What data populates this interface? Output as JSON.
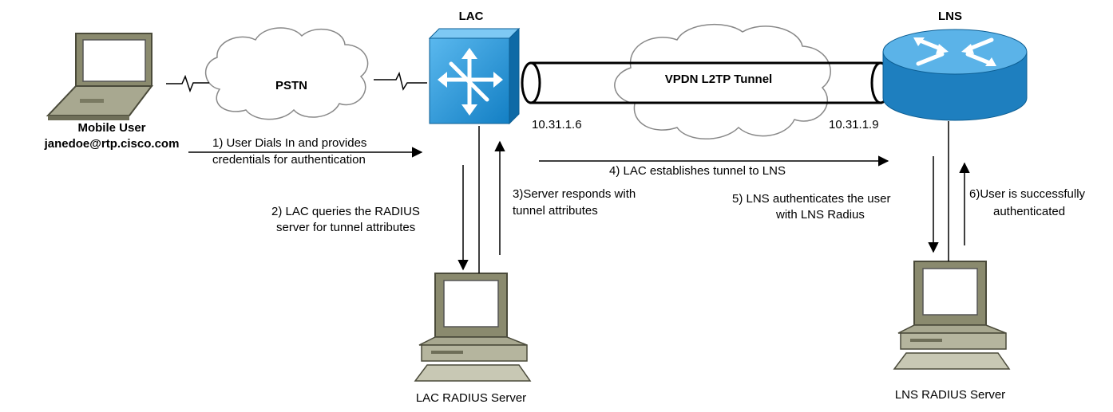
{
  "nodes": {
    "mobile_user": {
      "name": "Mobile User",
      "id": "janedoe@rtp.cisco.com",
      "icon": "laptop-icon"
    },
    "pstn": {
      "label": "PSTN",
      "icon": "cloud-icon"
    },
    "lac": {
      "label": "LAC",
      "icon": "multilayer-switch-icon",
      "ip": "10.31.1.6"
    },
    "tunnel": {
      "label": "VPDN L2TP Tunnel",
      "icon": "tunnel-pipe-icon"
    },
    "lns": {
      "label": "LNS",
      "icon": "router-icon",
      "ip": "10.31.1.9"
    },
    "lac_radius": {
      "label": "LAC RADIUS Server",
      "icon": "server-computer-icon"
    },
    "lns_radius": {
      "label": "LNS RADIUS Server",
      "icon": "server-computer-icon"
    }
  },
  "steps": {
    "s1": [
      "1) User Dials In and provides",
      "credentials for authentication"
    ],
    "s2": [
      "2) LAC queries the RADIUS",
      "server for tunnel attributes"
    ],
    "s3": [
      "3)Server responds with",
      "tunnel attributes"
    ],
    "s4": [
      "4) LAC establishes tunnel to LNS"
    ],
    "s5": [
      "5) LNS authenticates the user",
      "with LNS Radius"
    ],
    "s6": [
      "6)User is successfully",
      "authenticated"
    ]
  },
  "colors": {
    "lac_blue": "#1a8fd6",
    "router_blue": "#2f98d6",
    "cloud_fill": "#ffffff",
    "tunnel_fill": "#ffffff"
  }
}
